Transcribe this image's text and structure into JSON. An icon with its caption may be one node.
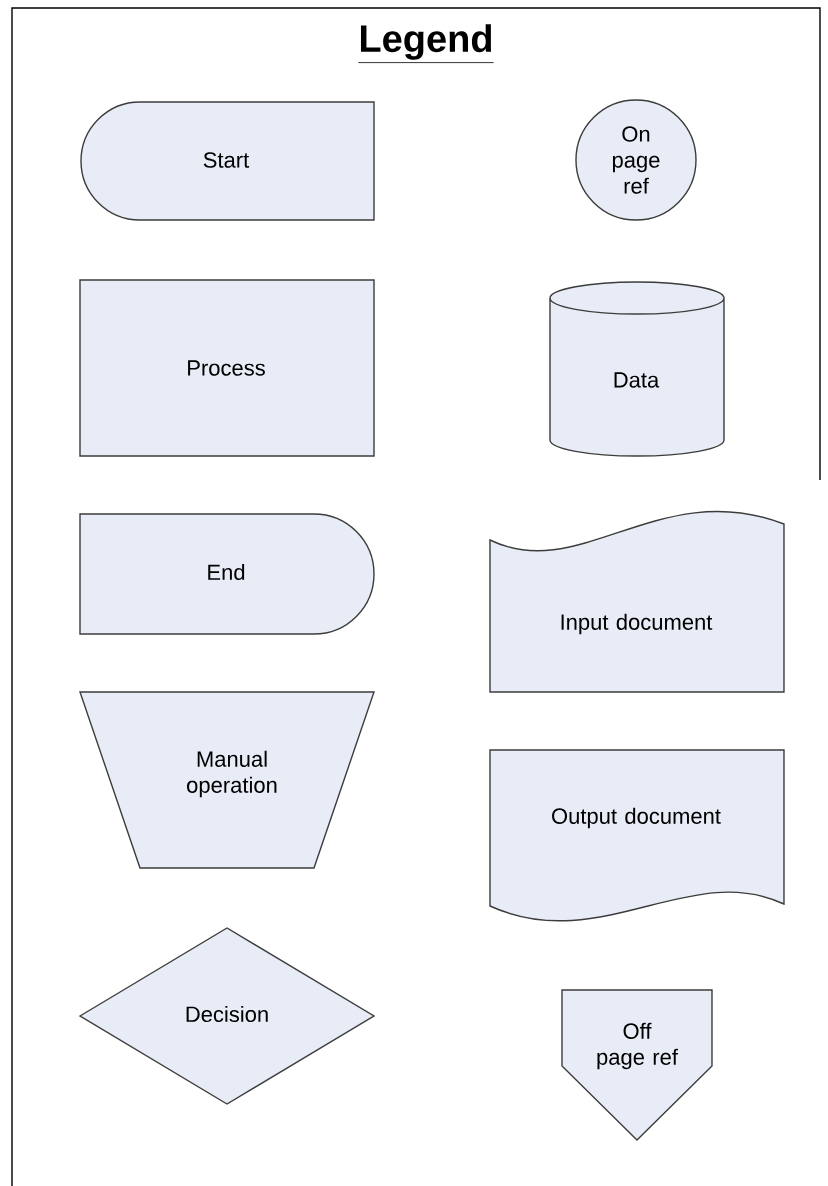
{
  "diagram": {
    "title": "Legend",
    "nodes": [
      {
        "text": [
          "Start"
        ]
      },
      {
        "text": [
          "On page ref"
        ]
      },
      {
        "text": [
          "Process"
        ]
      },
      {
        "text": [
          "Data"
        ]
      },
      {
        "text": [
          "End"
        ]
      },
      {
        "text": [
          "Input document"
        ]
      },
      {
        "text": [
          "Manual operation"
        ]
      },
      {
        "text": [
          "Output document"
        ]
      },
      {
        "text": [
          "Decision"
        ]
      },
      {
        "text": [
          "Off page ref"
        ]
      }
    ]
  }
}
